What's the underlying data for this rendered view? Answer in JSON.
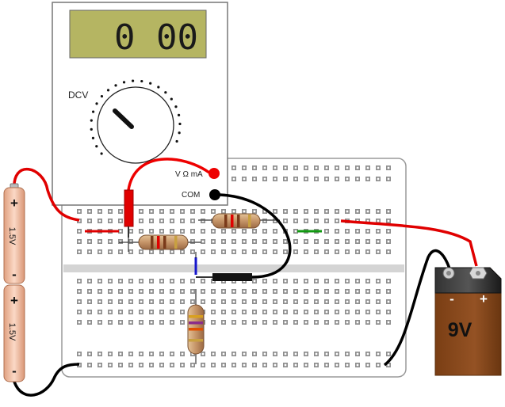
{
  "multimeter": {
    "display_value": "0 00",
    "mode_label": "DCV",
    "v_ohm_ma_label": "V Ω mA",
    "com_label": "COM",
    "colors": {
      "body": "#ffffff",
      "lcd": "#b5b562",
      "red_lead": "#ee0000",
      "black_lead": "#000000"
    }
  },
  "cells": [
    {
      "plus": "+",
      "label": "1.5V",
      "minus": "-"
    },
    {
      "plus": "+",
      "label": "1.5V",
      "minus": "-"
    }
  ],
  "battery9v": {
    "label": "9V",
    "minus": "-",
    "plus": "+",
    "colors": {
      "body": "#8a4a1e",
      "cap": "#222222"
    }
  },
  "breadboard": {
    "colors": {
      "board": "#ffffff",
      "hole": "#9a9a9a",
      "divider": "#cfcfcf"
    }
  },
  "resistors": [
    {
      "name": "left",
      "bands": [
        "#7a3a1a",
        "#e00000",
        "#7a3a1a",
        "#c8a040"
      ]
    },
    {
      "name": "top",
      "bands": [
        "#7a3a1a",
        "#e00000",
        "#7a3a1a",
        "#c8a040"
      ]
    },
    {
      "name": "vertical",
      "bands": [
        "#d8a020",
        "#8a2c8a",
        "#e05000",
        "#c8a040"
      ]
    }
  ]
}
